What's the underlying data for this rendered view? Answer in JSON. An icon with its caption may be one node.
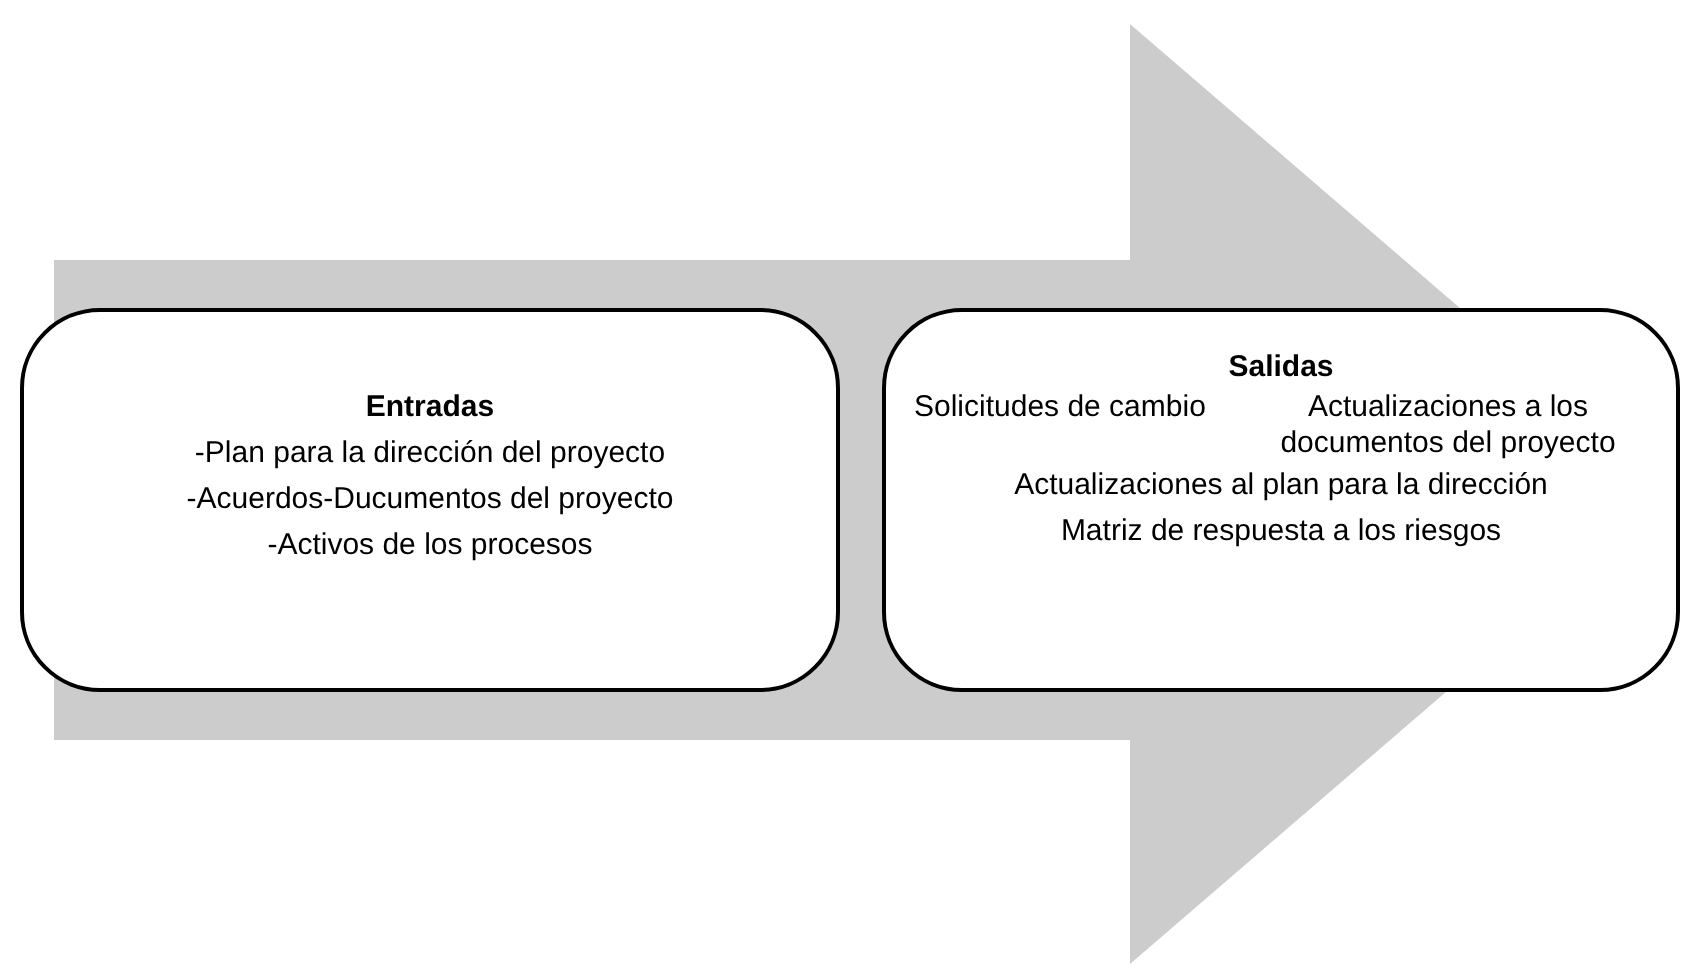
{
  "diagram": {
    "nodes": [
      {
        "text": [
          "Entradas",
          "-Plan para la dirección del proyecto",
          "-Acuerdos-Ducumentos del proyecto",
          "-Activos de los procesos"
        ]
      },
      {
        "text": [
          "Salidas",
          "Solicitudes de cambio",
          "Actualizaciones a los documentos del proyecto",
          "Actualizaciones al plan para la dirección",
          "Matriz de respuesta a los riesgos"
        ]
      }
    ],
    "edges": [
      {
        "from": 0,
        "to": 1,
        "arrow": "to"
      }
    ]
  }
}
